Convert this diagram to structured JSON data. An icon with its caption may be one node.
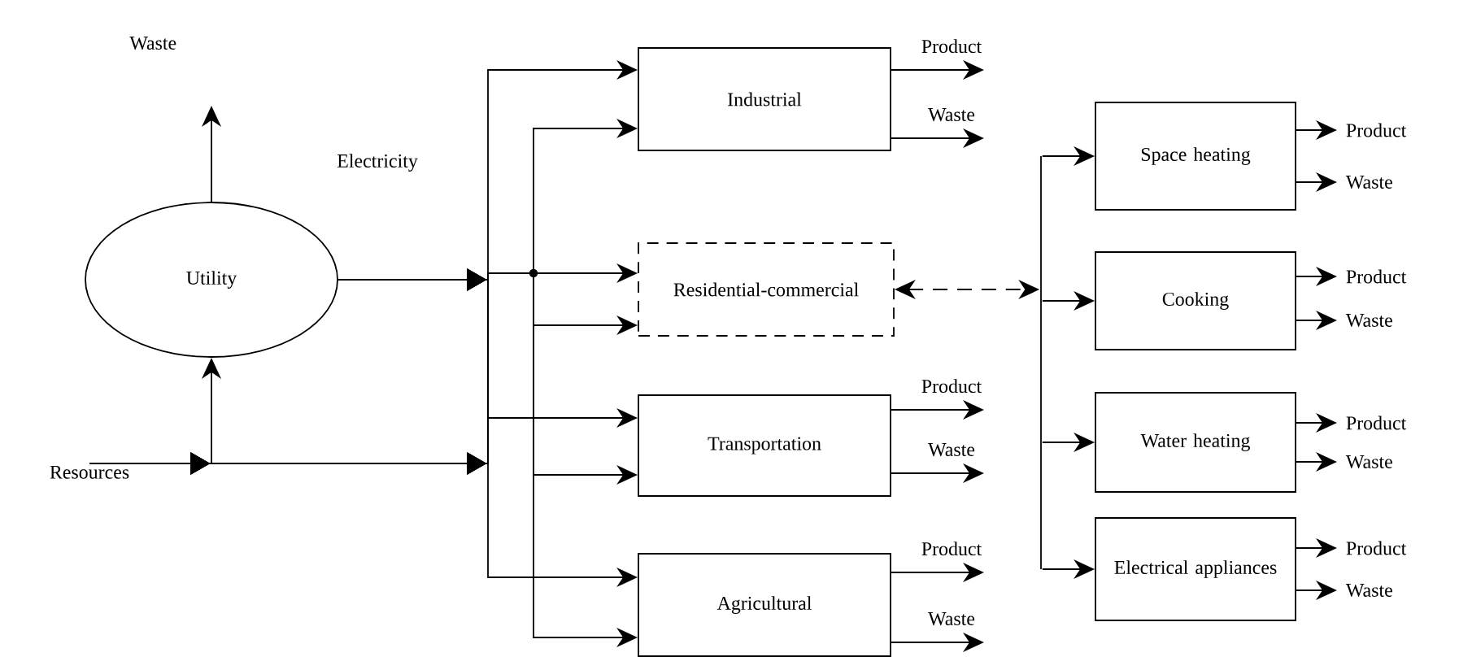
{
  "diagram": {
    "nodes": [
      {
        "text": [
          "Utility"
        ]
      },
      {
        "text": [
          "Industrial"
        ]
      },
      {
        "text": [
          "Residential-commercial"
        ]
      },
      {
        "text": [
          "Transportation"
        ]
      },
      {
        "text": [
          "Agricultural"
        ]
      },
      {
        "text": [
          "Space heating"
        ]
      },
      {
        "text": [
          "Cooking"
        ]
      },
      {
        "text": [
          "Water heating"
        ]
      },
      {
        "text": [
          "Electrical appliances"
        ]
      },
      {
        "text": [
          "Resources"
        ]
      },
      {
        "text": [],
        "shape": "bar"
      }
    ],
    "edges": [
      {
        "from": 0,
        "to": 1,
        "arrow": "to"
      },
      {
        "from": 0,
        "to": 2,
        "arrow": "to"
      },
      {
        "from": 0,
        "to": 3,
        "arrow": "to"
      },
      {
        "from": 0,
        "to": 4,
        "arrow": "to"
      },
      {
        "from": 9,
        "to": 0,
        "arrow": "to"
      },
      {
        "from": 9,
        "to": 1,
        "arrow": "to"
      },
      {
        "from": 9,
        "to": 2,
        "arrow": "to"
      },
      {
        "from": 9,
        "to": 3,
        "arrow": "to"
      },
      {
        "from": 9,
        "to": 4,
        "arrow": "to"
      },
      {
        "from": 0,
        "to": null,
        "arrow": "to",
        "label": "Waste"
      },
      {
        "from": 1,
        "to": null,
        "arrow": "to",
        "label": "Product"
      },
      {
        "from": 1,
        "to": null,
        "arrow": "to",
        "label": "Waste"
      },
      {
        "from": 3,
        "to": null,
        "arrow": "to",
        "label": "Product"
      },
      {
        "from": 3,
        "to": null,
        "arrow": "to",
        "label": "Waste"
      },
      {
        "from": 4,
        "to": null,
        "arrow": "to",
        "label": "Product"
      },
      {
        "from": 4,
        "to": null,
        "arrow": "to",
        "label": "Waste"
      },
      {
        "from": 2,
        "to": 10,
        "arrow": "both",
        "style": "dashed"
      },
      {
        "from": 10,
        "to": 5,
        "arrow": "to"
      },
      {
        "from": 10,
        "to": 6,
        "arrow": "to"
      },
      {
        "from": 10,
        "to": 7,
        "arrow": "to"
      },
      {
        "from": 10,
        "to": 8,
        "arrow": "to"
      },
      {
        "from": 5,
        "to": null,
        "arrow": "to",
        "label": "Product"
      },
      {
        "from": 5,
        "to": null,
        "arrow": "to",
        "label": "Waste"
      },
      {
        "from": 6,
        "to": null,
        "arrow": "to",
        "label": "Product"
      },
      {
        "from": 6,
        "to": null,
        "arrow": "to",
        "label": "Waste"
      },
      {
        "from": 7,
        "to": null,
        "arrow": "to",
        "label": "Product"
      },
      {
        "from": 7,
        "to": null,
        "arrow": "to",
        "label": "Waste"
      },
      {
        "from": 8,
        "to": null,
        "arrow": "to",
        "label": "Product"
      },
      {
        "from": 8,
        "to": null,
        "arrow": "to",
        "label": "Waste"
      }
    ],
    "labels": [
      "Electricity"
    ]
  }
}
